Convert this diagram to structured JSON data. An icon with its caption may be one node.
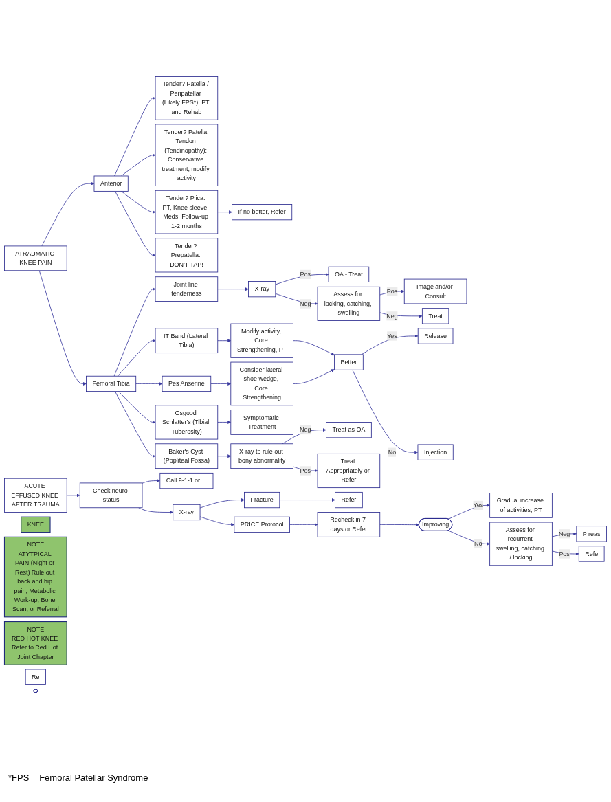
{
  "diagram": {
    "nodes": [
      {
        "text": [
          "KNEE"
        ]
      },
      {
        "text": [
          "NOTE",
          "ATYTPICAL PAIN (Night or Rest) Rule out back and hip pain, Metabolic Work-up, Bone Scan, or Referral"
        ]
      },
      {
        "text": [
          "NOTE",
          "RED HOT KNEE Refer to Red Hot Joint Chapter"
        ]
      },
      {
        "text": [
          "ATRAUMATIC KNEE PAIN"
        ]
      },
      {
        "text": [
          "Anterior"
        ]
      },
      {
        "text": [
          "Femoral Tibia"
        ]
      },
      {
        "text": [
          "Tender? Patella / Peripatellar (Likely FPS*): PT and Rehab"
        ]
      },
      {
        "text": [
          "Tender? Patella Tendon (Tendinopathy): Conservative treatment, modify activity"
        ]
      },
      {
        "text": [
          "Tender? Plica: PT, Knee sleeve, Meds, Follow-up 1-2 months"
        ]
      },
      {
        "text": [
          "Tender? Prepatella: DON'T TAP!"
        ]
      },
      {
        "text": [
          "Joint line tenderness"
        ]
      },
      {
        "text": [
          "IT Band (Lateral Tibia)"
        ]
      },
      {
        "text": [
          "Pes Anserine"
        ]
      },
      {
        "text": [
          "Osgood Schlatter's (Tibial Tuberosity)"
        ]
      },
      {
        "text": [
          "Baker's Cyst (Popliteal Fossa)"
        ]
      },
      {
        "text": [
          "If no better, Refer"
        ]
      },
      {
        "text": [
          "X-ray"
        ]
      },
      {
        "text": [
          "OA - Treat"
        ]
      },
      {
        "text": [
          "Assess for locking, catching, swelling"
        ]
      },
      {
        "text": [
          "Image and/or Consult"
        ]
      },
      {
        "text": [
          "Treat"
        ]
      },
      {
        "text": [
          "Modify activity, Core Strengthening, PT"
        ]
      },
      {
        "text": [
          "Consider lateral shoe wedge, Core Strengthening"
        ]
      },
      {
        "text": [
          "Symptomatic Treatment"
        ]
      },
      {
        "text": [
          "X-ray to rule out bony abnormality"
        ]
      },
      {
        "text": [
          "Better"
        ]
      },
      {
        "text": [
          "Release"
        ]
      },
      {
        "text": [
          "Injection"
        ]
      },
      {
        "text": [
          "Treat as OA"
        ]
      },
      {
        "text": [
          "Treat Appropriately or Refer"
        ]
      },
      {
        "text": [
          "ACUTE EFFUSED KNEE AFTER TRAUMA"
        ]
      },
      {
        "text": [
          "Check neuro status"
        ]
      },
      {
        "text": [
          "Call 9-1-1 or ..."
        ]
      },
      {
        "text": [
          "X-ray"
        ]
      },
      {
        "text": [
          "Fracture"
        ]
      },
      {
        "text": [
          "PRICE Protocol"
        ]
      },
      {
        "text": [
          "Refer"
        ]
      },
      {
        "text": [
          "Recheck in 7 days or Refer"
        ]
      },
      {
        "text": [
          "Improving"
        ]
      },
      {
        "text": [
          "Gradual increase of activities, PT"
        ]
      },
      {
        "text": [
          "Assess for recurrent swelling, catching / locking"
        ]
      },
      {
        "text": [
          "P reas"
        ]
      },
      {
        "text": [
          "Refe"
        ]
      },
      {
        "text": [
          "Re"
        ]
      },
      {
        "text": [],
        "shape": "ellipse"
      }
    ],
    "edges": [
      {
        "from": 3,
        "to": 4,
        "arrow": "to"
      },
      {
        "from": 3,
        "to": 5,
        "arrow": "to"
      },
      {
        "from": 4,
        "to": 6,
        "arrow": "to"
      },
      {
        "from": 4,
        "to": 7,
        "arrow": "to"
      },
      {
        "from": 4,
        "to": 8,
        "arrow": "to"
      },
      {
        "from": 4,
        "to": 9,
        "arrow": "to"
      },
      {
        "from": 8,
        "to": 15,
        "arrow": "to"
      },
      {
        "from": 5,
        "to": 10,
        "arrow": "to"
      },
      {
        "from": 5,
        "to": 11,
        "arrow": "to"
      },
      {
        "from": 5,
        "to": 12,
        "arrow": "to"
      },
      {
        "from": 5,
        "to": 13,
        "arrow": "to"
      },
      {
        "from": 5,
        "to": 14,
        "arrow": "to"
      },
      {
        "from": 10,
        "to": 16,
        "arrow": "to"
      },
      {
        "from": 16,
        "to": 17,
        "label": "Pos",
        "arrow": "to"
      },
      {
        "from": 16,
        "to": 18,
        "label": "Neg",
        "arrow": "to"
      },
      {
        "from": 18,
        "to": 19,
        "label": "Pos",
        "arrow": "to"
      },
      {
        "from": 18,
        "to": 20,
        "label": "Neg",
        "arrow": "to"
      },
      {
        "from": 11,
        "to": 21,
        "arrow": "to"
      },
      {
        "from": 12,
        "to": 22,
        "arrow": "to"
      },
      {
        "from": 13,
        "to": 23,
        "arrow": "to"
      },
      {
        "from": 14,
        "to": 24,
        "arrow": "to"
      },
      {
        "from": 21,
        "to": 25,
        "arrow": "to"
      },
      {
        "from": 22,
        "to": 25,
        "arrow": "to"
      },
      {
        "from": 25,
        "to": 26,
        "label": "Yes",
        "arrow": "to"
      },
      {
        "from": 25,
        "to": 27,
        "label": "No",
        "arrow": "to"
      },
      {
        "from": 24,
        "to": 28,
        "label": "Neg",
        "arrow": "to"
      },
      {
        "from": 24,
        "to": 29,
        "label": "Pos",
        "arrow": "to"
      },
      {
        "from": 30,
        "to": 31,
        "arrow": "to"
      },
      {
        "from": 31,
        "to": 32,
        "arrow": "to"
      },
      {
        "from": 31,
        "to": 33,
        "arrow": "to"
      },
      {
        "from": 33,
        "to": 34,
        "arrow": "to"
      },
      {
        "from": 33,
        "to": 35,
        "arrow": "to"
      },
      {
        "from": 34,
        "to": 36,
        "arrow": "to"
      },
      {
        "from": 35,
        "to": 37,
        "arrow": "to"
      },
      {
        "from": 37,
        "to": 38,
        "arrow": "to"
      },
      {
        "from": 38,
        "to": 39,
        "label": "Yes",
        "arrow": "to"
      },
      {
        "from": 38,
        "to": 40,
        "label": "No",
        "arrow": "to"
      },
      {
        "from": 40,
        "to": 41,
        "label": "Neg",
        "arrow": "to"
      },
      {
        "from": 40,
        "to": 42,
        "label": "Pos",
        "arrow": "to"
      }
    ],
    "labels": [
      "*FPS = Femoral Patellar Syndrome"
    ]
  }
}
